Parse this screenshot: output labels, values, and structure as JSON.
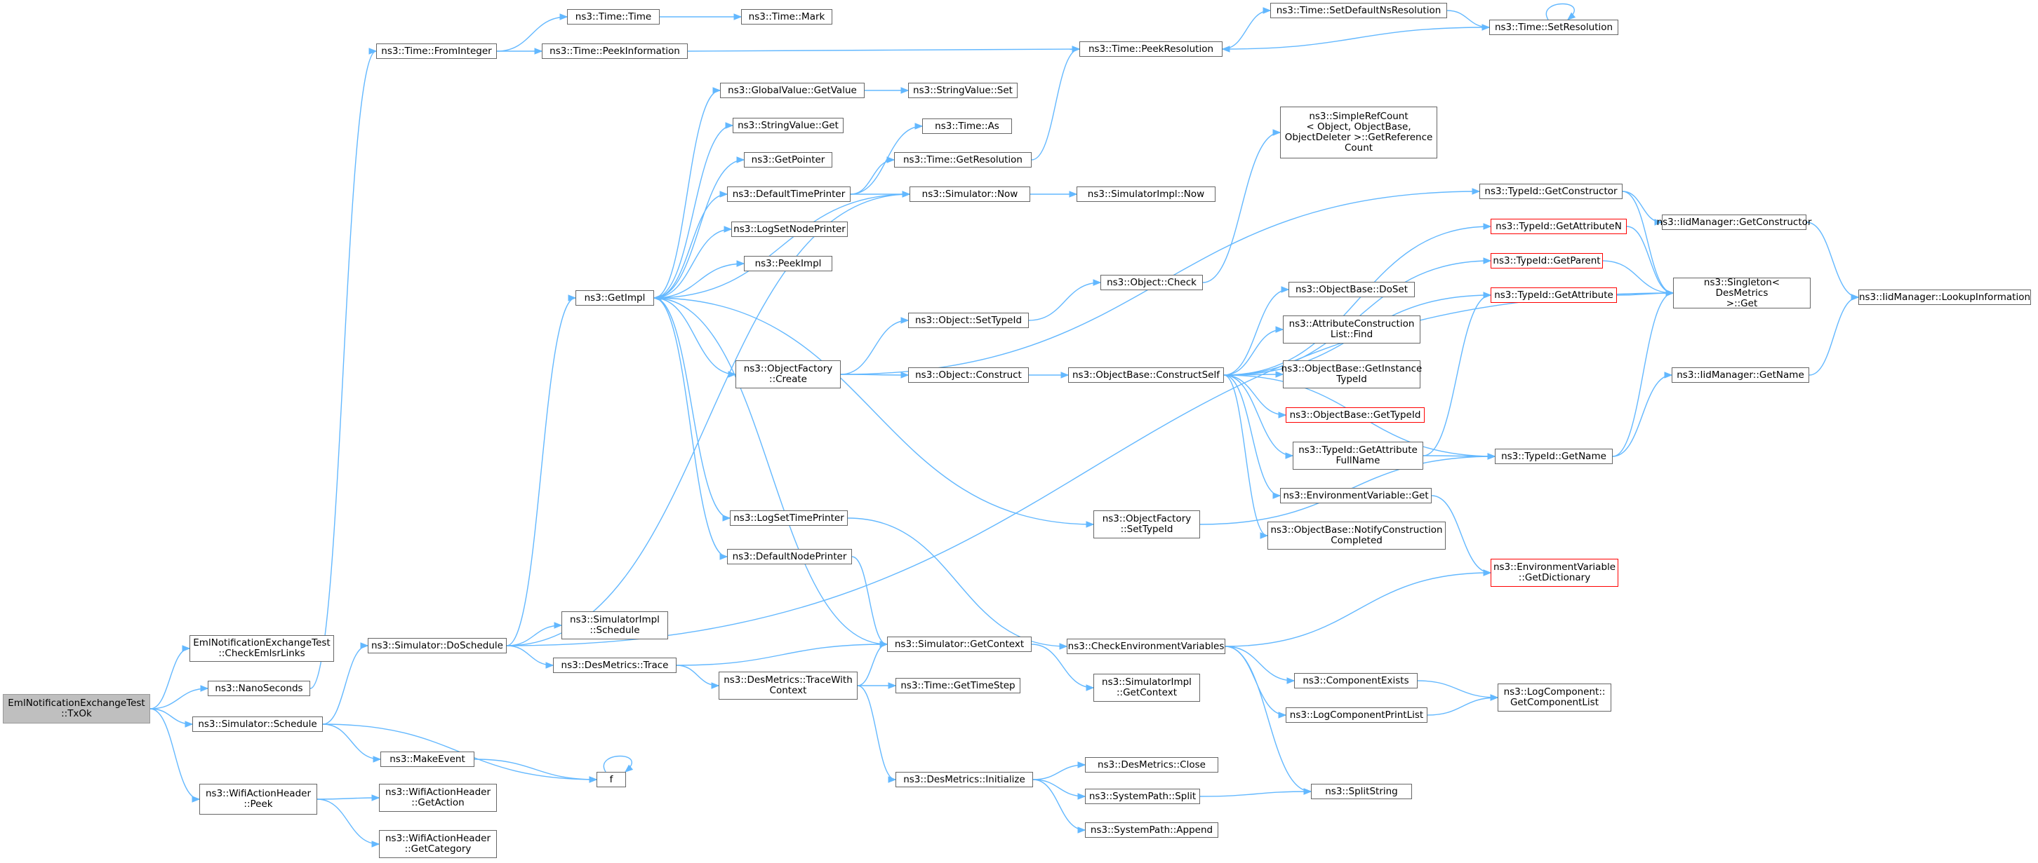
{
  "graph": {
    "edge_color": "#63b8ff",
    "node_border": "#666666",
    "highlight_border": "#ff0000",
    "root_fill": "#bfbfbf",
    "nodes": [
      {
        "id": "root",
        "label": "EmlNotificationExchangeTest\n::TxOk",
        "style": "root"
      },
      {
        "id": "checkeml",
        "label": "EmlNotificationExchangeTest\n::CheckEmlsrLinks"
      },
      {
        "id": "nanosec",
        "label": "ns3::NanoSeconds"
      },
      {
        "id": "simschedule",
        "label": "ns3::Simulator::Schedule"
      },
      {
        "id": "wifipeek",
        "label": "ns3::WifiActionHeader\n::Peek"
      },
      {
        "id": "fromint",
        "label": "ns3::Time::FromInteger"
      },
      {
        "id": "timetime",
        "label": "ns3::Time::Time"
      },
      {
        "id": "timemark",
        "label": "ns3::Time::Mark"
      },
      {
        "id": "peekinfo",
        "label": "ns3::Time::PeekInformation"
      },
      {
        "id": "peekres",
        "label": "ns3::Time::PeekResolution"
      },
      {
        "id": "setdefns",
        "label": "ns3::Time::SetDefaultNsResolution"
      },
      {
        "id": "setres",
        "label": "ns3::Time::SetResolution"
      },
      {
        "id": "globalget",
        "label": "ns3::GlobalValue::GetValue"
      },
      {
        "id": "strset",
        "label": "ns3::StringValue::Set"
      },
      {
        "id": "strget",
        "label": "ns3::StringValue::Get"
      },
      {
        "id": "getpointer",
        "label": "ns3::GetPointer"
      },
      {
        "id": "timeas",
        "label": "ns3::Time::As"
      },
      {
        "id": "defaulttp",
        "label": "ns3::DefaultTimePrinter"
      },
      {
        "id": "getresolution",
        "label": "ns3::Time::GetResolution"
      },
      {
        "id": "simnow",
        "label": "ns3::Simulator::Now"
      },
      {
        "id": "simimplnow",
        "label": "ns3::SimulatorImpl::Now"
      },
      {
        "id": "logsetnode",
        "label": "ns3::LogSetNodePrinter"
      },
      {
        "id": "peekimpl",
        "label": "ns3::PeekImpl"
      },
      {
        "id": "getimpl",
        "label": "ns3::GetImpl"
      },
      {
        "id": "simplerefcount",
        "label": "ns3::SimpleRefCount\n< Object, ObjectBase,\n ObjectDeleter >::GetReference\nCount"
      },
      {
        "id": "objcheck",
        "label": "ns3::Object::Check"
      },
      {
        "id": "objsettypeid",
        "label": "ns3::Object::SetTypeId"
      },
      {
        "id": "objfactcreate",
        "label": "ns3::ObjectFactory\n::Create"
      },
      {
        "id": "objconstruct",
        "label": "ns3::Object::Construct"
      },
      {
        "id": "constructself",
        "label": "ns3::ObjectBase::ConstructSelf"
      },
      {
        "id": "doset",
        "label": "ns3::ObjectBase::DoSet"
      },
      {
        "id": "attrfind",
        "label": "ns3::AttributeConstruction\nList::Find"
      },
      {
        "id": "getinsttypeid",
        "label": "ns3::ObjectBase::GetInstance\nTypeId"
      },
      {
        "id": "obgettypeid",
        "label": "ns3::ObjectBase::GetTypeId",
        "style": "red"
      },
      {
        "id": "getattrfullname",
        "label": "ns3::TypeId::GetAttribute\nFullName"
      },
      {
        "id": "envget",
        "label": "ns3::EnvironmentVariable::Get"
      },
      {
        "id": "notifyconstr",
        "label": "ns3::ObjectBase::NotifyConstruction\nCompleted"
      },
      {
        "id": "tidgetconstructor",
        "label": "ns3::TypeId::GetConstructor"
      },
      {
        "id": "getattrN",
        "label": "ns3::TypeId::GetAttributeN",
        "style": "red"
      },
      {
        "id": "getparent",
        "label": "ns3::TypeId::GetParent",
        "style": "red"
      },
      {
        "id": "getattribute",
        "label": "ns3::TypeId::GetAttribute",
        "style": "red"
      },
      {
        "id": "iidgetconstructor",
        "label": "ns3::IidManager::GetConstructor"
      },
      {
        "id": "singleton",
        "label": "ns3::Singleton< DesMetrics\n >::Get"
      },
      {
        "id": "lookupinfo",
        "label": "ns3::IidManager::LookupInformation"
      },
      {
        "id": "iidgetname",
        "label": "ns3::IidManager::GetName"
      },
      {
        "id": "tidgetname",
        "label": "ns3::TypeId::GetName"
      },
      {
        "id": "logsettp",
        "label": "ns3::LogSetTimePrinter"
      },
      {
        "id": "defaultnp",
        "label": "ns3::DefaultNodePrinter"
      },
      {
        "id": "objfactsettypeid",
        "label": "ns3::ObjectFactory\n::SetTypeId"
      },
      {
        "id": "envdict",
        "label": "ns3::EnvironmentVariable\n::GetDictionary",
        "style": "red"
      },
      {
        "id": "simdoschedule",
        "label": "ns3::Simulator::DoSchedule"
      },
      {
        "id": "simimplschedule",
        "label": "ns3::SimulatorImpl\n::Schedule"
      },
      {
        "id": "desmetricstrace",
        "label": "ns3::DesMetrics::Trace"
      },
      {
        "id": "simgetcontext",
        "label": "ns3::Simulator::GetContext"
      },
      {
        "id": "checkenvvars",
        "label": "ns3::CheckEnvironmentVariables"
      },
      {
        "id": "tracewithcontext",
        "label": "ns3::DesMetrics::TraceWith\nContext"
      },
      {
        "id": "timegettimestep",
        "label": "ns3::Time::GetTimeStep"
      },
      {
        "id": "simimplgetcontext",
        "label": "ns3::SimulatorImpl\n::GetContext"
      },
      {
        "id": "componentexists",
        "label": "ns3::ComponentExists"
      },
      {
        "id": "logcompprintlist",
        "label": "ns3::LogComponentPrintList"
      },
      {
        "id": "logcompgetlist",
        "label": "ns3::LogComponent::\nGetComponentList"
      },
      {
        "id": "makeevent",
        "label": "ns3::MakeEvent"
      },
      {
        "id": "f",
        "label": "f"
      },
      {
        "id": "wifigetaction",
        "label": "ns3::WifiActionHeader\n::GetAction"
      },
      {
        "id": "wifigetcategory",
        "label": "ns3::WifiActionHeader\n::GetCategory"
      },
      {
        "id": "desinit",
        "label": "ns3::DesMetrics::Initialize"
      },
      {
        "id": "desclose",
        "label": "ns3::DesMetrics::Close"
      },
      {
        "id": "syspathsplit",
        "label": "ns3::SystemPath::Split"
      },
      {
        "id": "syspathappend",
        "label": "ns3::SystemPath::Append"
      },
      {
        "id": "splitstring",
        "label": "ns3::SplitString"
      }
    ]
  }
}
